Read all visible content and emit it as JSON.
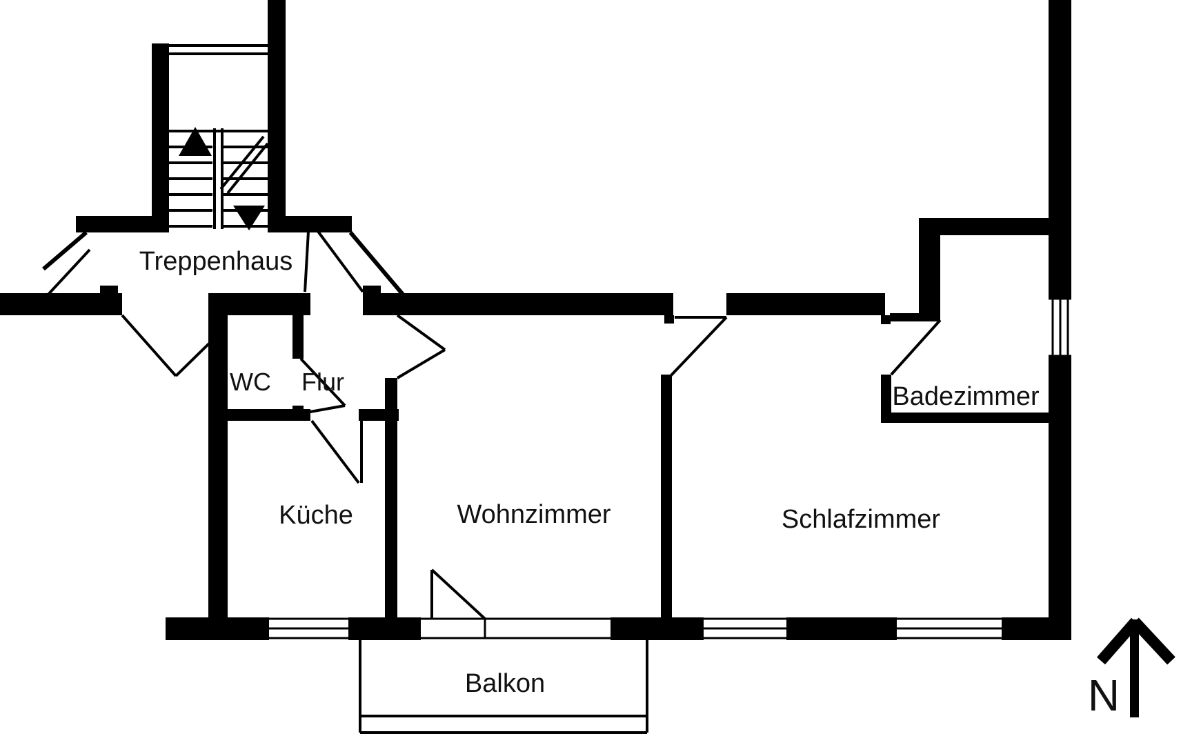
{
  "plan": {
    "type": "apartment-floor-plan",
    "rooms": [
      {
        "id": "treppenhaus",
        "label": "Treppenhaus"
      },
      {
        "id": "wc",
        "label": "WC"
      },
      {
        "id": "flur",
        "label": "Flur"
      },
      {
        "id": "kueche",
        "label": "Küche"
      },
      {
        "id": "wohnzimmer",
        "label": "Wohnzimmer"
      },
      {
        "id": "schlafzimmer",
        "label": "Schlafzimmer"
      },
      {
        "id": "badezimmer",
        "label": "Badezimmer"
      },
      {
        "id": "balkon",
        "label": "Balkon"
      }
    ],
    "compass": {
      "north_label": "N"
    },
    "colors": {
      "wall": "#000000",
      "background": "#ffffff",
      "label": "#111111"
    }
  }
}
